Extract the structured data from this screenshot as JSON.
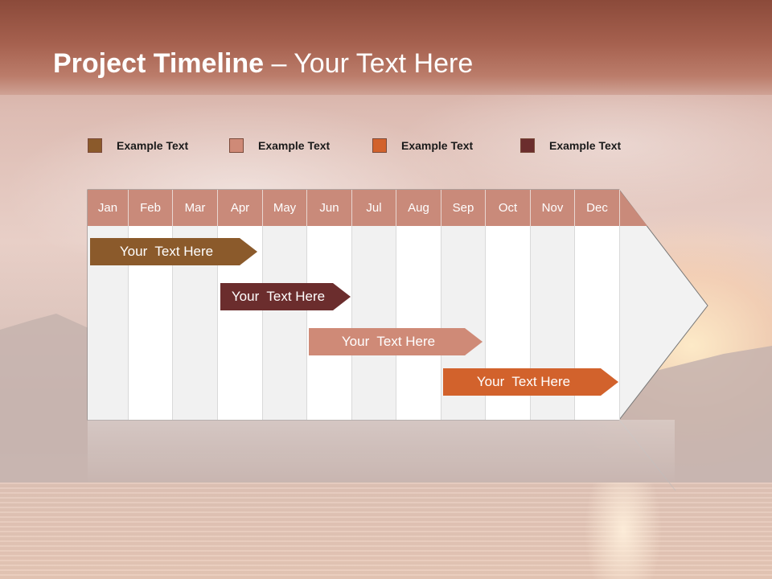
{
  "slide": {
    "title_bold": "Project Timeline",
    "title_rest": " – Your Text Here"
  },
  "legend": [
    {
      "label": "Example Text",
      "color": "#8b5a2b"
    },
    {
      "label": "Example Text",
      "color": "#cf8a77"
    },
    {
      "label": "Example Text",
      "color": "#d2622c"
    },
    {
      "label": "Example Text",
      "color": "#6b2d2d"
    }
  ],
  "timeline": {
    "header_color": "#c98a7a",
    "months": [
      "Jan",
      "Feb",
      "Mar",
      "Apr",
      "May",
      "Jun",
      "Jul",
      "Aug",
      "Sep",
      "Oct",
      "Nov",
      "Dec"
    ],
    "bars": [
      {
        "label": "Your  Text Here",
        "color": "#8b5a2b",
        "start_month": "Jan",
        "end_month": "Apr"
      },
      {
        "label": "Your  Text Here",
        "color": "#6b2d2d",
        "start_month": "Apr",
        "end_month": "Jun"
      },
      {
        "label": "Your  Text Here",
        "color": "#cf8a77",
        "start_month": "Jun",
        "end_month": "Sep"
      },
      {
        "label": "Your  Text Here",
        "color": "#d2622c",
        "start_month": "Sep",
        "end_month": "Dec"
      }
    ]
  }
}
